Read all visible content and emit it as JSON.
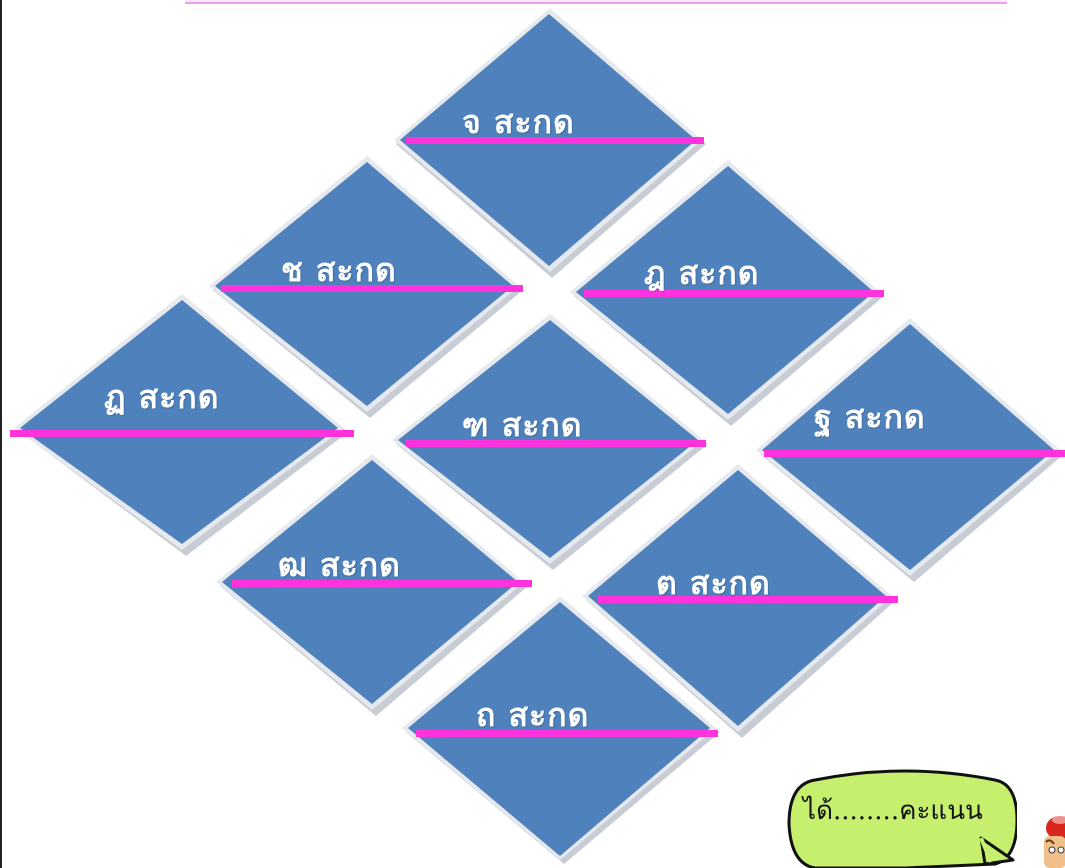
{
  "tiles": [
    {
      "id": "jo",
      "label": "จ  สะกด"
    },
    {
      "id": "cho",
      "label": "ช  สะกด"
    },
    {
      "id": "dcho",
      "label": "ฎ  สะกด"
    },
    {
      "id": "tpt",
      "label": "ฏ  สะกด"
    },
    {
      "id": "tho",
      "label": "ฑ  สะกด"
    },
    {
      "id": "ttn",
      "label": "ฐ  สะกด"
    },
    {
      "id": "tm",
      "label": "ฒ  สะกด"
    },
    {
      "id": "to",
      "label": "ต สะกด"
    },
    {
      "id": "thot",
      "label": "ถ  สะกด"
    }
  ],
  "score": {
    "label": "ได้........คะแนน"
  },
  "colors": {
    "tile_fill": "#4f81bd",
    "tile_edge": "#d7dbe2",
    "underline": "#ff33dd",
    "bubble_fill": "#c6ef6e",
    "bubble_stroke": "#111111"
  }
}
